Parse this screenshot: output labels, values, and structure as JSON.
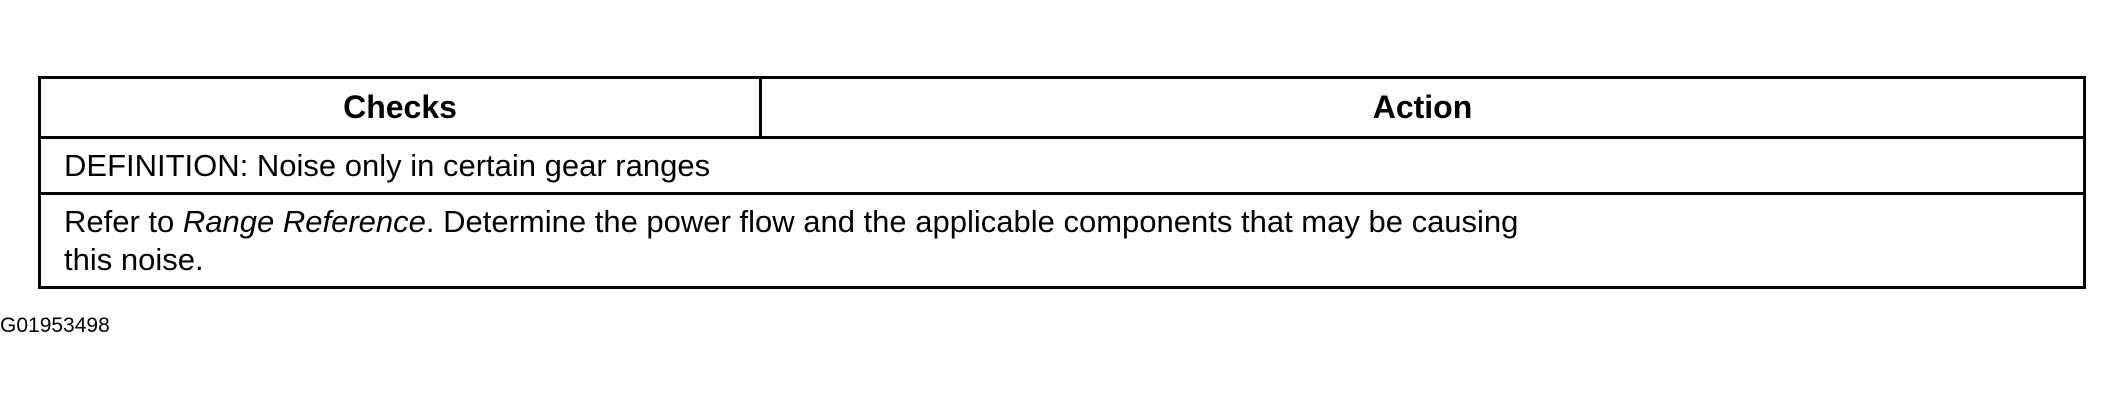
{
  "table": {
    "headers": {
      "checks": "Checks",
      "action": "Action"
    },
    "definition": "DEFINITION: Noise only in certain gear ranges",
    "step": {
      "prefix": "Refer to ",
      "reference": "Range Reference",
      "line1_rest": ". Determine the power flow and the applicable components that may be causing",
      "line2": "this noise."
    }
  },
  "figure_id": "G01953498"
}
